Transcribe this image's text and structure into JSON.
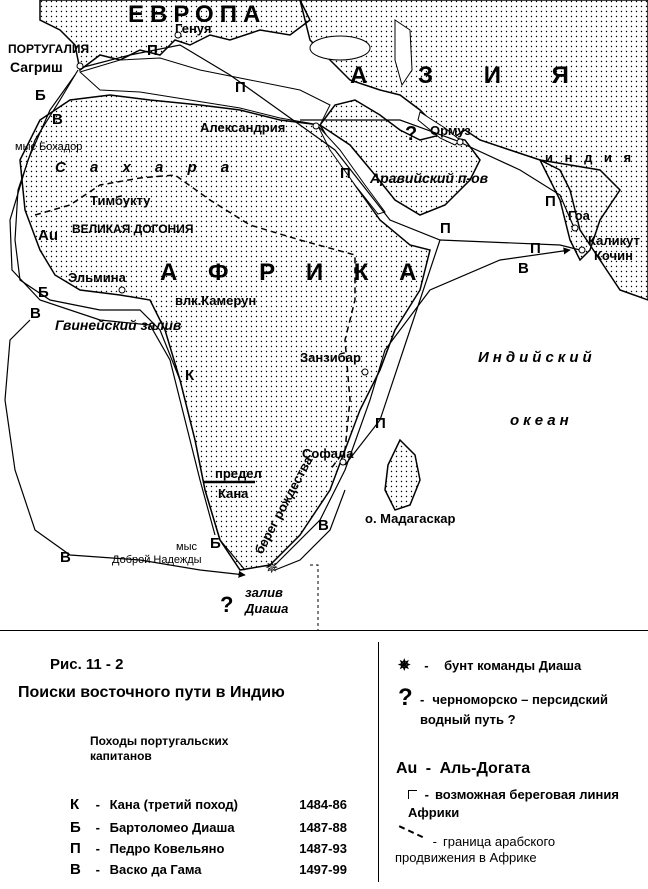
{
  "figure": {
    "number": "Рис. 11 - 2",
    "title": "Поиски восточного пути в Индию",
    "caption": "Походы португальских капитанов"
  },
  "map_labels": {
    "europe": "ЕВРОПА",
    "asia": "А З И Я",
    "africa": "А Ф Р И К А",
    "sahara": "С а х а р а",
    "portugal": "ПОРТУГАЛИЯ",
    "sagres": "Сагриш",
    "genoa": "Генуя",
    "alexandria": "Александрия",
    "ormuz": "Ормуз",
    "india": "и н д и я",
    "arabian_peninsula": "Аравийский п-ов",
    "goa": "Гоа",
    "calicut": "Каликут",
    "cochin": "Кочин",
    "cape_bojador": "мыс Бохадор",
    "timbuktu": "Тимбукту",
    "great_dogonia": "ВЕЛИКАЯ ДОГОНИЯ",
    "elmina": "Эльмина",
    "cameroon": "влк.Камерун",
    "gulf_guinea": "Гвинейский залив",
    "zanzibar": "Занзибар",
    "indian_ocean_1": "Индийский",
    "indian_ocean_2": "океан",
    "sofala": "Софала",
    "cao_limit_1": "предел",
    "cao_limit_2": "Кана",
    "christmas_coast": "берег рождества",
    "madagascar": "о. Мадагаскар",
    "cape_good_hope_1": "мыс",
    "cape_good_hope_2": "Доброй Надежды",
    "dias_bay_1": "залив",
    "dias_bay_2": "Диаша",
    "au": "Au",
    "question": "?"
  },
  "route_letters": {
    "k": "К",
    "b": "Б",
    "p": "П",
    "v": "В"
  },
  "expeditions": [
    {
      "letter": "К",
      "captain": "Кана (третий поход)",
      "years": "1484-86"
    },
    {
      "letter": "Б",
      "captain": "Бартоломео Диаша",
      "years": "1487-88"
    },
    {
      "letter": "П",
      "captain": "Педро Ковельяно",
      "years": "1487-93"
    },
    {
      "letter": "В",
      "captain": "Васко да Гама",
      "years": "1497-99"
    }
  ],
  "legend": {
    "dias_mutiny": "бунт команды Диаша",
    "black_sea_route": "черноморско – персидский водный путь ?",
    "au_symbol": "Au",
    "au_text": "Аль-Догата",
    "coast_text": "возможная береговая линия Африки",
    "arab_text": "граница арабского продвижения в Африке",
    "dash": "-"
  }
}
